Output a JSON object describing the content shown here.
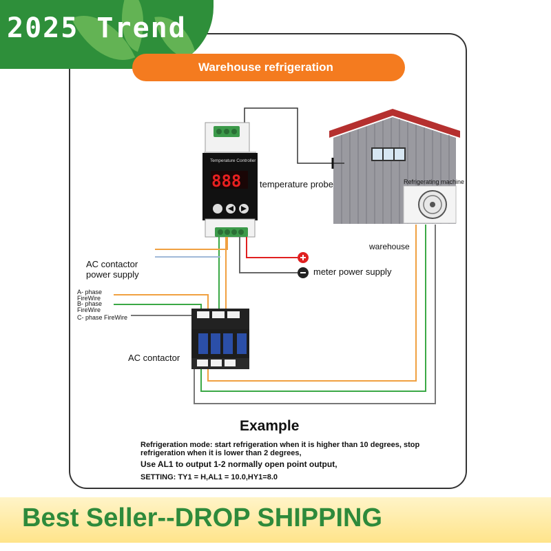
{
  "badge": {
    "text": "2025 Trend"
  },
  "title": "Warehouse refrigeration",
  "labels": {
    "controller_title": "Temperature Controller",
    "temperature_probe": "temperature probe",
    "refrigerating_machine": "Refrigerating machine",
    "warehouse": "warehouse",
    "ac_contactor_power_supply_line1": "AC contactor",
    "ac_contactor_power_supply_line2": "power supply",
    "meter_power_supply": "meter power supply",
    "a_phase_line1": "A- phase",
    "a_phase_line2": "FireWire",
    "b_phase_line1": "B- phase",
    "b_phase_line2": "FireWire",
    "c_phase": "C- phase FireWire",
    "ac_contactor": "AC contactor",
    "controller_display": "888"
  },
  "example": {
    "heading": "Example",
    "line1": "Refrigeration mode: start refrigeration when it is higher than 10 degrees, stop",
    "line2": "refrigeration when it is lower than 2 degrees,",
    "line3": "Use AL1 to output 1-2 normally open point output,",
    "line4": "SETTING: TY1 = H,AL1 = 10.0,HY1=8.0"
  },
  "banner": {
    "text": "Best Seller--DROP SHIPPING"
  },
  "colors": {
    "orange_accent": "#f47b1f",
    "badge_green": "#2e8f3a",
    "banner_text_green": "#2e8a3b",
    "wire_orange": "#f0a040",
    "wire_green": "#3aa845",
    "wire_gray": "#777777",
    "wire_red": "#e02020",
    "roof_red": "#b5302f"
  }
}
